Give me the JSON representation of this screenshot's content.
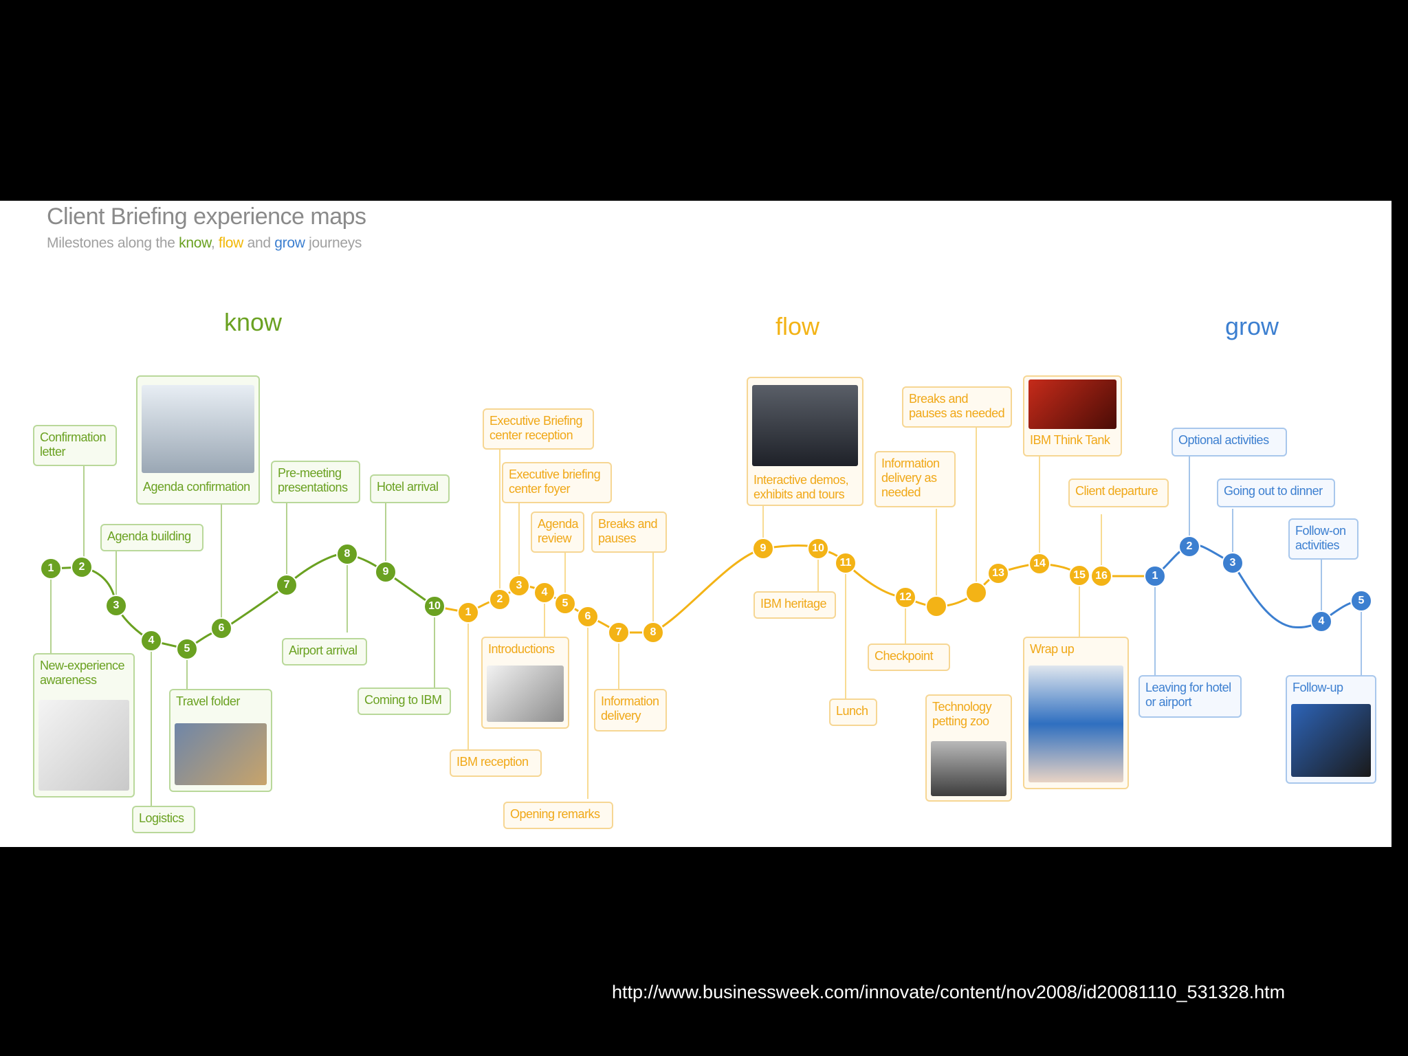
{
  "title": "Client Briefing experience maps",
  "subtitle": {
    "prefix": "Milestones along the ",
    "know": "know",
    "sep1": ", ",
    "flow": "flow",
    "sep2": " and ",
    "grow": "grow",
    "suffix": " journeys"
  },
  "journeys": {
    "know": "know",
    "flow": "flow",
    "grow": "grow"
  },
  "colors": {
    "know": "#6aa121",
    "flow": "#f3b316",
    "grow": "#3c7fd0"
  },
  "know_nodes": [
    "1",
    "2",
    "3",
    "4",
    "5",
    "6",
    "7",
    "8",
    "9",
    "10"
  ],
  "flow_nodes": [
    "1",
    "2",
    "3",
    "4",
    "5",
    "6",
    "7",
    "8",
    "9",
    "10",
    "11",
    "12",
    "",
    "",
    "13",
    "14",
    "15",
    "16"
  ],
  "grow_nodes": [
    "1",
    "2",
    "3",
    "4",
    "5"
  ],
  "labels": {
    "know": {
      "confirmation_letter": "Confirmation letter",
      "agenda_confirmation": "Agenda confirmation",
      "agenda_building": "Agenda building",
      "pre_meeting": "Pre-meeting presentations",
      "hotel_arrival": "Hotel arrival",
      "new_experience": "New-experience awareness",
      "travel_folder": "Travel folder",
      "logistics": "Logistics",
      "airport_arrival": "Airport arrival",
      "coming_to_ibm": "Coming to IBM"
    },
    "flow": {
      "exec_reception": "Executive Briefing center reception",
      "exec_foyer": "Executive briefing center foyer",
      "agenda_review": "Agenda review",
      "breaks_pauses": "Breaks and pauses",
      "introductions": "Introductions",
      "ibm_reception": "IBM reception",
      "opening_remarks": "Opening remarks",
      "info_delivery": "Information delivery",
      "interactive_demos": "Interactive demos, exhibits and tours",
      "ibm_heritage": "IBM heritage",
      "lunch": "Lunch",
      "info_as_needed": "Information delivery as needed",
      "checkpoint": "Checkpoint",
      "breaks_as_needed": "Breaks and pauses as needed",
      "tech_zoo": "Technology petting zoo",
      "think_tank": "IBM Think Tank",
      "client_departure": "Client departure",
      "wrap_up": "Wrap up"
    },
    "grow": {
      "optional_activities": "Optional activities",
      "going_out": "Going out to dinner",
      "follow_on": "Follow-on activities",
      "leaving": "Leaving for hotel or airport",
      "follow_up": "Follow-up"
    }
  },
  "source_url": "http://www.businessweek.com/innovate/content/nov2008/id20081110_531328.htm"
}
